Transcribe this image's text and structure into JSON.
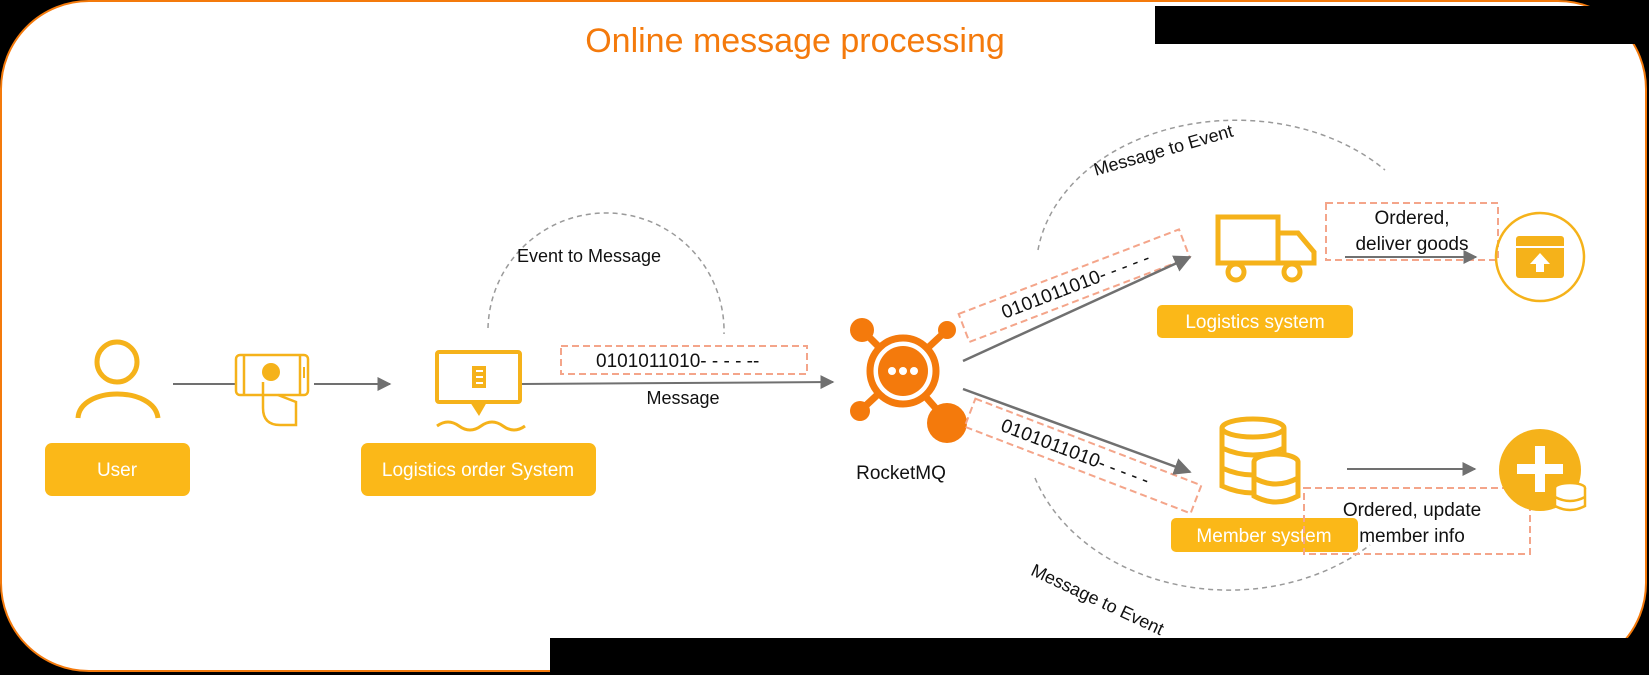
{
  "title": "Online message processing",
  "nodes": {
    "user": "User",
    "order_system": "Logistics order System",
    "rocketmq": "RocketMQ",
    "logistics_system": "Logistics system",
    "member_system": "Member system"
  },
  "labels": {
    "event_to_message": "Event to Message",
    "message": "Message",
    "message_to_event_top": "Message to Event",
    "message_to_event_bottom": "Message to Event",
    "ordered_deliver_line1": "Ordered,",
    "ordered_deliver_line2": "deliver goods",
    "ordered_update_line1": "Ordered, update",
    "ordered_update_line2": "member info"
  },
  "bits": {
    "inbound": "0101011010-  - - - --",
    "to_logistics": "0101011010-  - - - -",
    "to_member": "0101011010-  - - - -"
  },
  "colors": {
    "accent": "#f47a0c",
    "node_fill": "#fbb818",
    "icon": "#f5b21a",
    "background": "#ffffff",
    "border": "#f47a0c",
    "arrow": "#707070"
  }
}
